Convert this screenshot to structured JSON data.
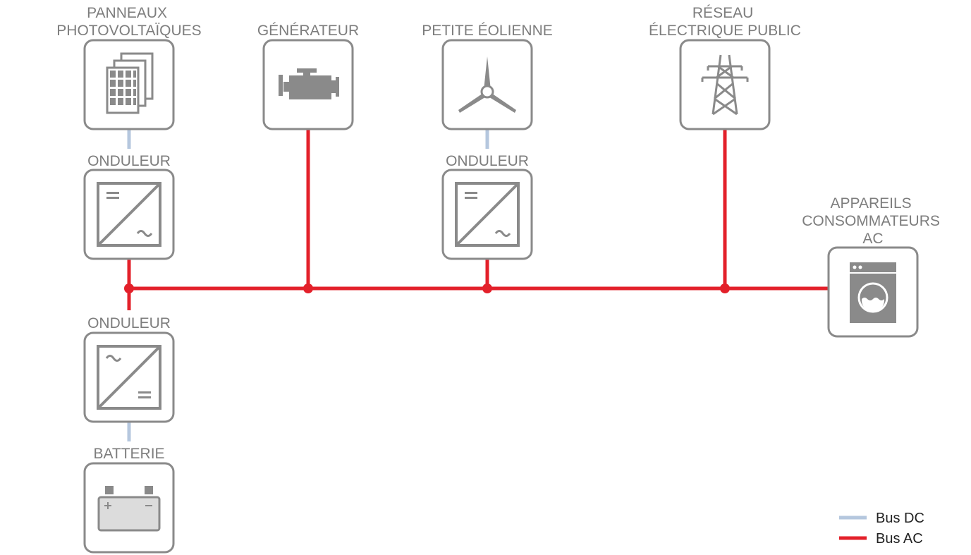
{
  "colors": {
    "dc_bus": "#b5c7de",
    "ac_bus": "#e3202a",
    "box": "#8a8a8a",
    "label": "#7d7d7d"
  },
  "nodes": {
    "pv_panels": {
      "label_lines": [
        "PANNEAUX",
        "PHOTOVOLTAÏQUES"
      ],
      "icon": "solar-panel-icon"
    },
    "generator": {
      "label_lines": [
        "GÉNÉRATEUR"
      ],
      "icon": "engine-icon"
    },
    "wind_turbine": {
      "label_lines": [
        "PETITE ÉOLIENNE"
      ],
      "icon": "wind-turbine-icon"
    },
    "public_grid": {
      "label_lines": [
        "RÉSEAU",
        "ÉLECTRIQUE PUBLIC"
      ],
      "icon": "power-pylon-icon"
    },
    "pv_inverter": {
      "label_lines": [
        "ONDULEUR"
      ],
      "icon": "dc-ac-inverter-icon"
    },
    "wind_inverter": {
      "label_lines": [
        "ONDULEUR"
      ],
      "icon": "dc-ac-inverter-icon"
    },
    "battery_inverter": {
      "label_lines": [
        "ONDULEUR"
      ],
      "icon": "ac-dc-inverter-icon"
    },
    "battery": {
      "label_lines": [
        "BATTERIE"
      ],
      "icon": "battery-icon"
    },
    "ac_loads": {
      "label_lines": [
        "APPAREILS",
        "CONSOMMATEURS",
        "AC"
      ],
      "icon": "washing-machine-icon"
    }
  },
  "legend": [
    {
      "label": "Bus DC",
      "color": "#b5c7de"
    },
    {
      "label": "Bus AC",
      "color": "#e3202a"
    }
  ]
}
